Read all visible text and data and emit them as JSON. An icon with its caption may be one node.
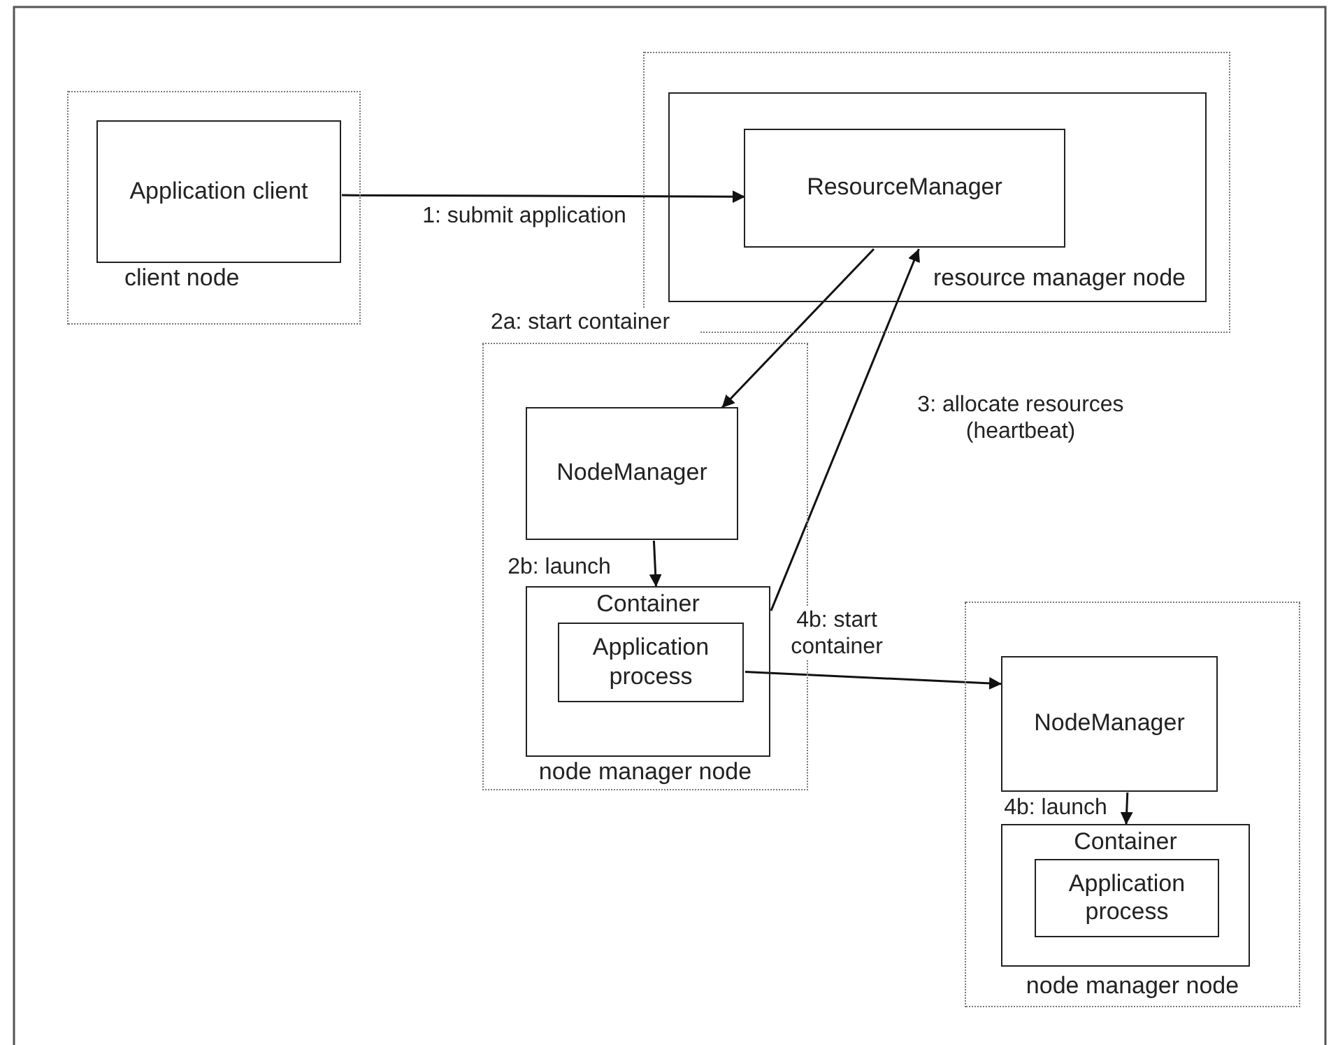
{
  "diagram": {
    "nodes": [
      {
        "text": [
          "client node"
        ]
      },
      {
        "text": [
          "Application client"
        ],
        "in": 0
      },
      {
        "text": [],
        "shape": "box"
      },
      {
        "text": [
          "resource manager node"
        ],
        "in": 2
      },
      {
        "text": [
          "ResourceManager"
        ],
        "in": 3
      },
      {
        "text": [
          "node manager node"
        ]
      },
      {
        "text": [
          "NodeManager"
        ],
        "in": 5
      },
      {
        "text": [
          "Container"
        ],
        "in": 5
      },
      {
        "text": [
          "Application process"
        ],
        "in": 7
      },
      {
        "text": [
          "node manager node"
        ]
      },
      {
        "text": [
          "NodeManager"
        ],
        "in": 9
      },
      {
        "text": [
          "Container"
        ],
        "in": 9
      },
      {
        "text": [
          "Application process"
        ],
        "in": 11
      }
    ],
    "edges": [
      {
        "from": 1,
        "to": 4,
        "arrow": "to",
        "label": "1: submit application"
      },
      {
        "from": 4,
        "to": 6,
        "arrow": "to",
        "label": "2a: start container"
      },
      {
        "from": 6,
        "to": 7,
        "arrow": "to",
        "label": "2b: launch"
      },
      {
        "from": 7,
        "to": 4,
        "arrow": "to",
        "label": "3: allocate resources (heartbeat)"
      },
      {
        "from": 8,
        "to": 10,
        "arrow": "to",
        "label": "4b: start container"
      },
      {
        "from": 10,
        "to": 11,
        "arrow": "to",
        "label": "4b: launch"
      }
    ]
  }
}
